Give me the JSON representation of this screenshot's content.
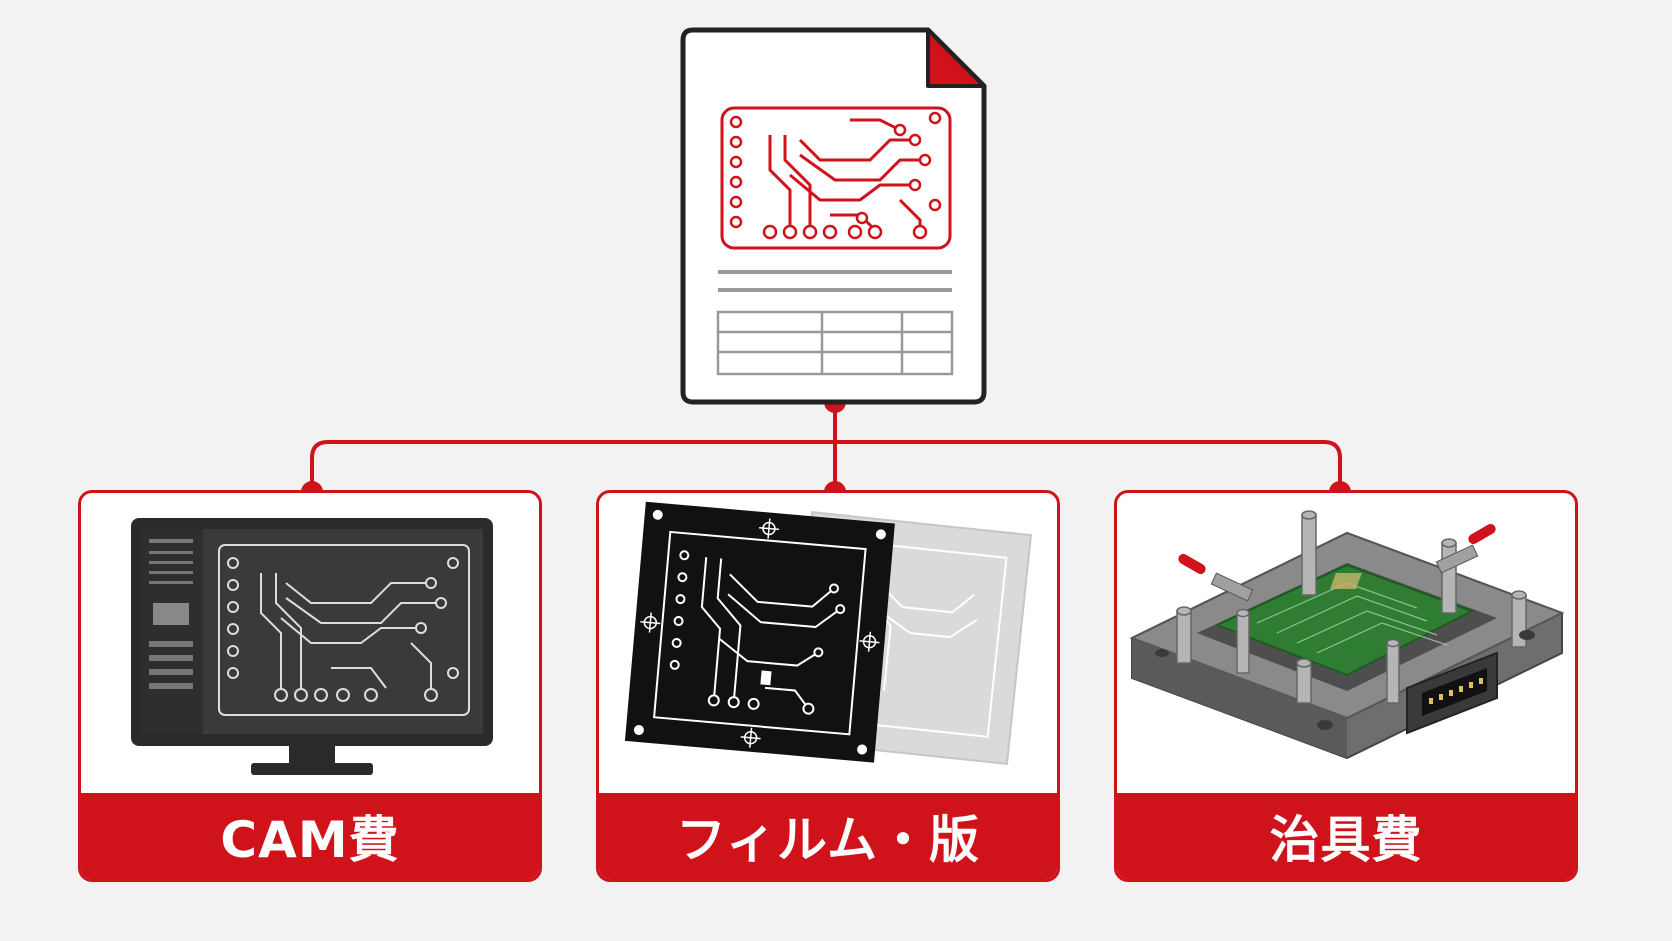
{
  "colors": {
    "accent": "#d0121b",
    "document_border": "#222222",
    "background": "#f2f2f2"
  },
  "document": {
    "icon": "pcb-design-document-icon"
  },
  "branches": [
    {
      "label": "CAM費",
      "icon": "monitor-cam-software-icon"
    },
    {
      "label": "フィルム・版",
      "icon": "film-plate-icon"
    },
    {
      "label": "治具費",
      "icon": "test-fixture-jig-icon"
    }
  ]
}
